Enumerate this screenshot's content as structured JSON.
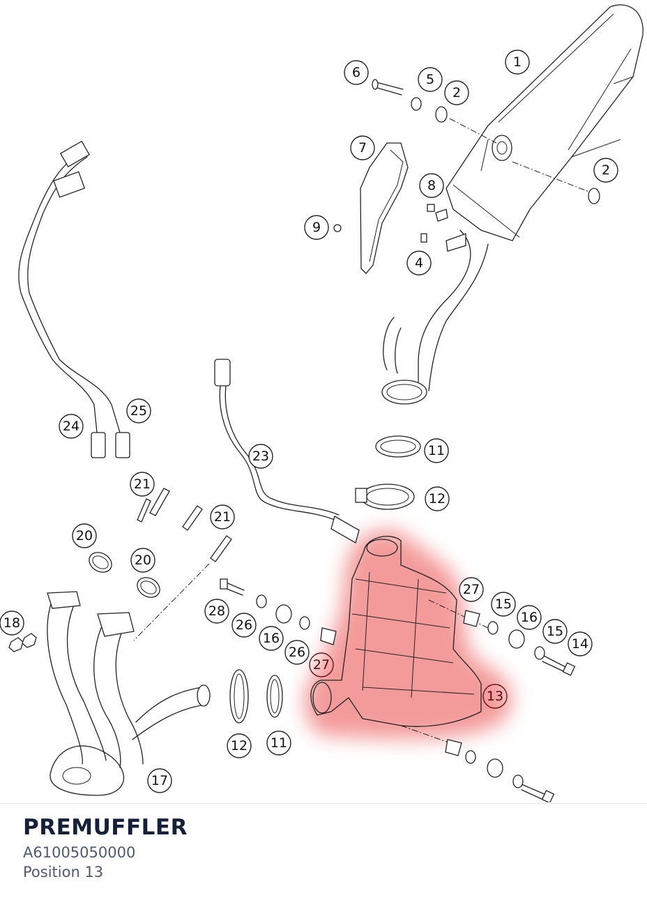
{
  "part": {
    "name": "PREMUFFLER",
    "number": "A61005050000",
    "position": "Position 13"
  },
  "highlight_color": "#f08080",
  "callouts": [
    "1",
    "2",
    "2",
    "4",
    "5",
    "6",
    "7",
    "8",
    "9",
    "11",
    "11",
    "12",
    "12",
    "13",
    "14",
    "15",
    "15",
    "16",
    "16",
    "17",
    "18",
    "20",
    "20",
    "21",
    "21",
    "23",
    "24",
    "25",
    "26",
    "26",
    "27",
    "27",
    "28"
  ]
}
